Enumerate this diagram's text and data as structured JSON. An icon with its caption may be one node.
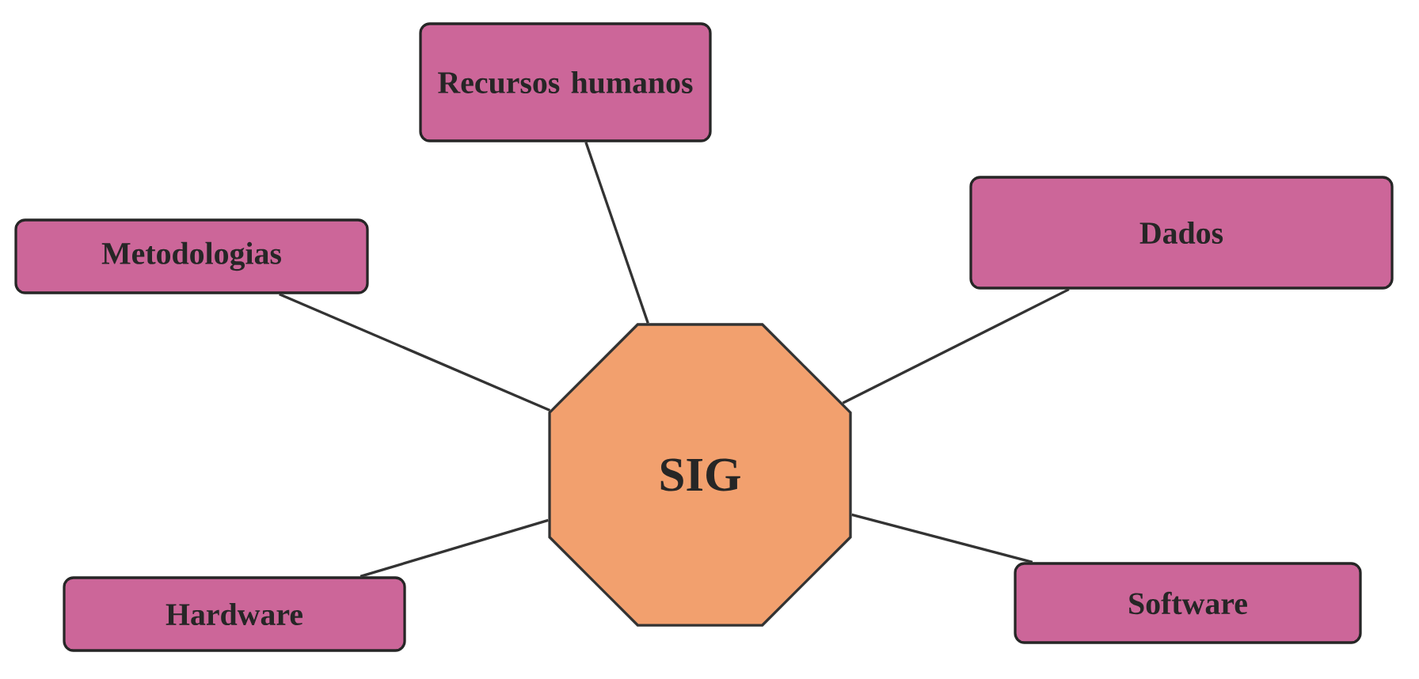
{
  "diagram": {
    "nodes": [
      {
        "text": [
          "SIG"
        ]
      },
      {
        "text": [
          "Recursos humanos"
        ]
      },
      {
        "text": [
          "Metodologias"
        ]
      },
      {
        "text": [
          "Dados"
        ]
      },
      {
        "text": [
          "Hardware"
        ]
      },
      {
        "text": [
          "Software"
        ]
      }
    ],
    "edges": [
      {
        "from": 0,
        "to": 1,
        "arrow": "none"
      },
      {
        "from": 0,
        "to": 2,
        "arrow": "none"
      },
      {
        "from": 0,
        "to": 3,
        "arrow": "none"
      },
      {
        "from": 0,
        "to": 4,
        "arrow": "none"
      },
      {
        "from": 0,
        "to": 5,
        "arrow": "none"
      }
    ]
  }
}
